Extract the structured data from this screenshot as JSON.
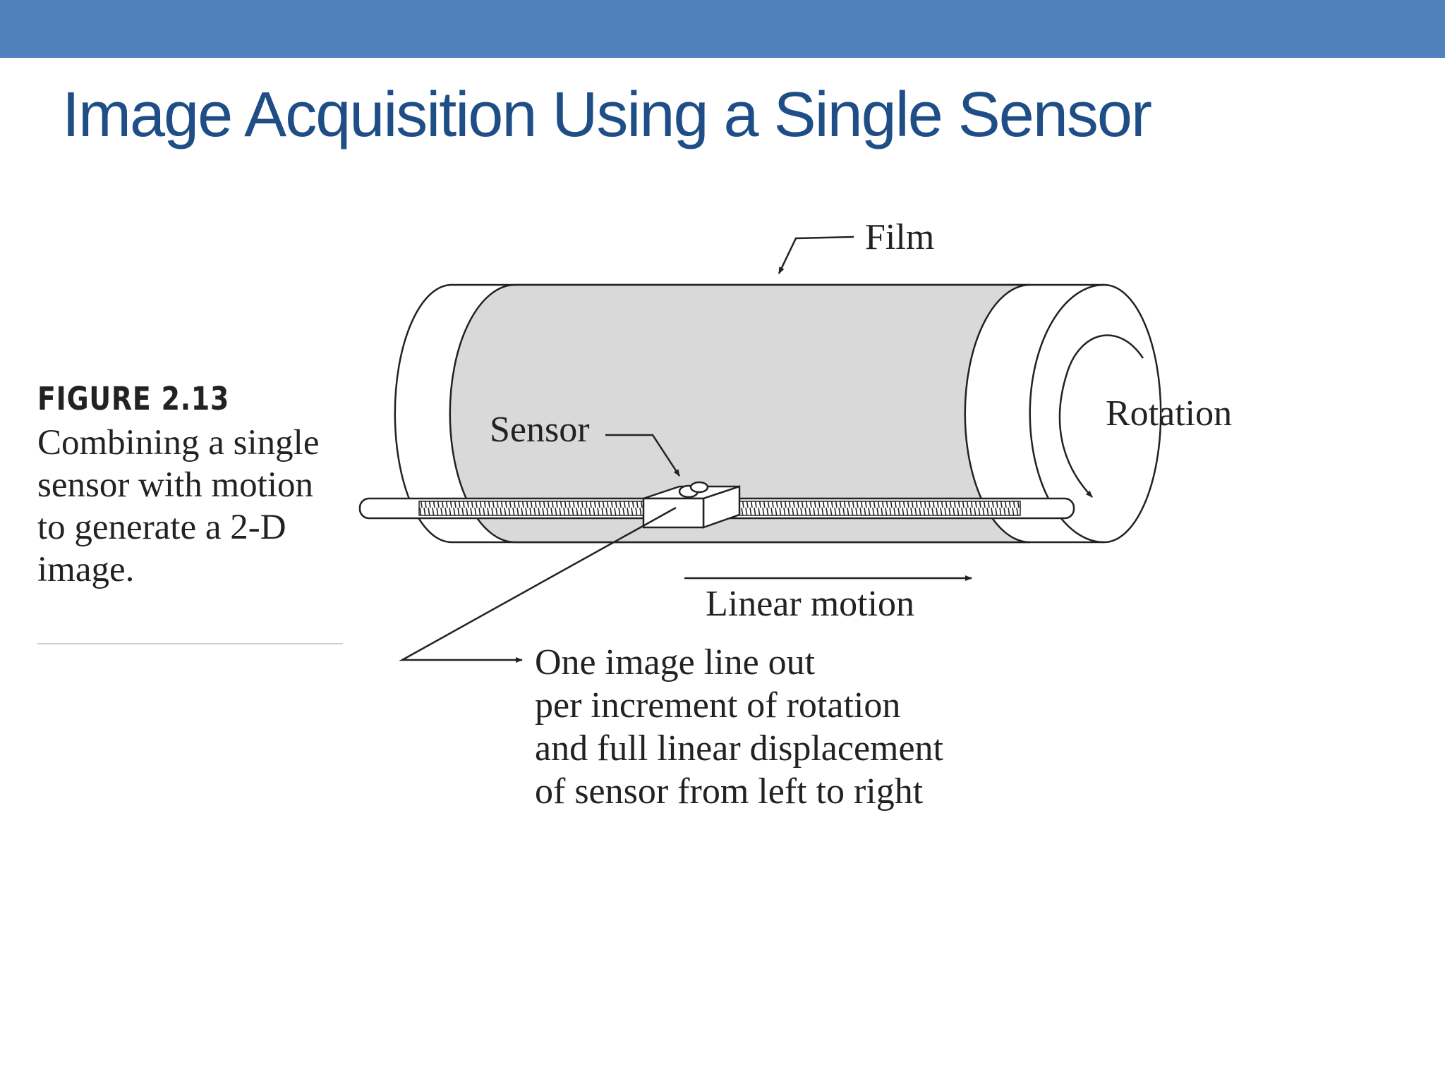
{
  "slide": {
    "title": "Image Acquisition Using a Single Sensor",
    "bar_color": "#4f81bd",
    "title_color": "#1f4e87"
  },
  "caption": {
    "label": "FIGURE 2.13",
    "text": "Combining a single sensor with motion to generate a 2-D image."
  },
  "figure": {
    "labels": {
      "film": "Film",
      "sensor": "Sensor",
      "rotation": "Rotation",
      "linear_motion": "Linear motion"
    },
    "output_note": [
      "One image line out",
      "per increment of rotation",
      "and full linear displacement",
      "of sensor from left to right"
    ],
    "colors": {
      "film": "#d9d9d9",
      "line": "#222222"
    }
  }
}
